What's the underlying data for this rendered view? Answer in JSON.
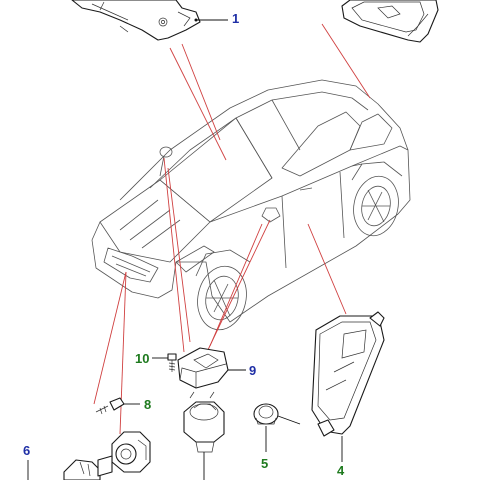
{
  "callouts": [
    {
      "id": "1",
      "label": "1",
      "color": "blue"
    },
    {
      "id": "4",
      "label": "4",
      "color": "green"
    },
    {
      "id": "5",
      "label": "5",
      "color": "green"
    },
    {
      "id": "6",
      "label": "6",
      "color": "blue"
    },
    {
      "id": "8",
      "label": "8",
      "color": "green"
    },
    {
      "id": "9",
      "label": "9",
      "color": "blue"
    },
    {
      "id": "10",
      "label": "10",
      "color": "green"
    }
  ],
  "colors": {
    "callout_blue": "#1f2fa6",
    "callout_green": "#1e7a1e",
    "reference_line": "#d04040",
    "line_art": "#1a1a1a"
  }
}
